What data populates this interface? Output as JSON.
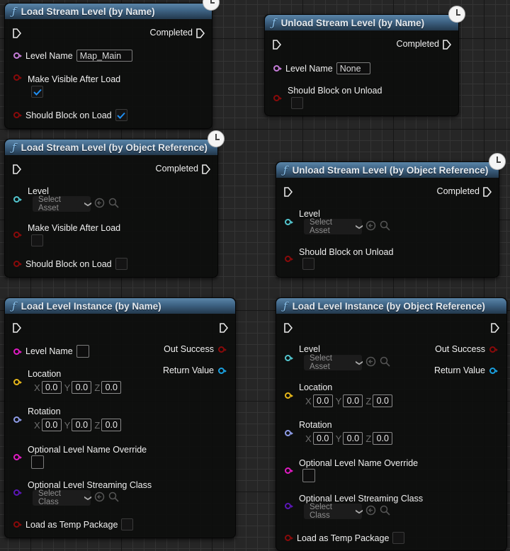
{
  "nodes": {
    "load_stream_name": {
      "title": "Load Stream Level (by Name)",
      "completed": "Completed",
      "level_name_label": "Level Name",
      "level_name_value": "Map_Main",
      "make_visible_label": "Make Visible After Load",
      "make_visible_checked": true,
      "should_block_label": "Should Block on Load",
      "should_block_checked": true
    },
    "unload_stream_name": {
      "title": "Unload Stream Level (by Name)",
      "completed": "Completed",
      "level_name_label": "Level Name",
      "level_name_value": "None",
      "should_block_label": "Should Block on Unload",
      "should_block_checked": false
    },
    "load_stream_obj": {
      "title": "Load Stream Level (by Object Reference)",
      "completed": "Completed",
      "level_label": "Level",
      "level_dropdown": "Select Asset",
      "make_visible_label": "Make Visible After Load",
      "make_visible_checked": false,
      "should_block_label": "Should Block on Load",
      "should_block_checked": false
    },
    "unload_stream_obj": {
      "title": "Unload Stream Level (by Object Reference)",
      "completed": "Completed",
      "level_label": "Level",
      "level_dropdown": "Select Asset",
      "should_block_label": "Should Block on Unload",
      "should_block_checked": false
    },
    "load_instance_name": {
      "title": "Load Level Instance (by Name)",
      "level_name_label": "Level Name",
      "level_name_value": "",
      "out_success": "Out Success",
      "return_value": "Return Value",
      "location_label": "Location",
      "location": {
        "x": "0.0",
        "y": "0.0",
        "z": "0.0"
      },
      "rotation_label": "Rotation",
      "rotation": {
        "x": "0.0",
        "y": "0.0",
        "z": "0.0"
      },
      "override_label": "Optional Level Name Override",
      "streaming_class_label": "Optional Level Streaming Class",
      "streaming_class_dropdown": "Select Class",
      "temp_package_label": "Load as Temp Package",
      "temp_package_checked": false
    },
    "load_instance_obj": {
      "title": "Load Level Instance (by Object Reference)",
      "level_label": "Level",
      "level_dropdown": "Select Asset",
      "out_success": "Out Success",
      "return_value": "Return Value",
      "location_label": "Location",
      "location": {
        "x": "0.0",
        "y": "0.0",
        "z": "0.0"
      },
      "rotation_label": "Rotation",
      "rotation": {
        "x": "0.0",
        "y": "0.0",
        "z": "0.0"
      },
      "override_label": "Optional Level Name Override",
      "streaming_class_label": "Optional Level Streaming Class",
      "streaming_class_dropdown": "Select Class",
      "temp_package_label": "Load as Temp Package",
      "temp_package_checked": false
    }
  },
  "axis_labels": {
    "x": "X",
    "y": "Y",
    "z": "Z"
  },
  "icons": {
    "function": "ƒ",
    "latent": "clock-icon",
    "exec": "exec-pin-icon",
    "use_selected": "arrow-left-circle-icon",
    "browse": "search-icon",
    "dropdown": "chevron-down-icon"
  },
  "colors": {
    "header_blue": "#3d6283",
    "pin_name": "#c67dd9",
    "pin_bool": "#8a0a0a",
    "pin_object": "#53c6cf",
    "pin_string": "#e11bc3",
    "pin_vector": "#e8b81a",
    "pin_rotator": "#8e9ce8",
    "pin_class": "#5b17b7",
    "pin_return": "#1aa0e0",
    "checkbox_check": "#1f8ef1"
  }
}
